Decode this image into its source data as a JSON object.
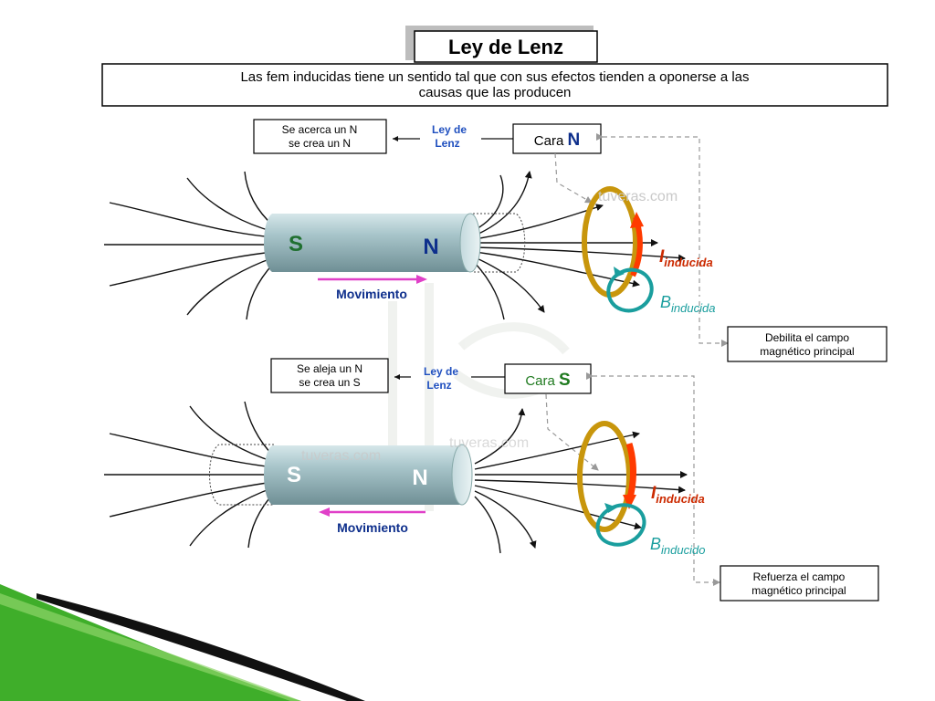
{
  "slide": {
    "title": "Ley de Lenz",
    "statement": {
      "line1": "Las fem inducidas tiene un sentido tal que con sus efectos tienden a oponerse a las",
      "line2": "causas que las producen"
    }
  },
  "watermark": "tuveras.com",
  "top_panel": {
    "result_line1": "Se acerca un N",
    "result_line2": "se crea un N",
    "law_line1": "Ley de",
    "law_line2": "Lenz",
    "face_prefix": "Cara ",
    "face_letter": "N",
    "magnet_left_pole": "S",
    "magnet_right_pole": "N",
    "motion_label": "Movimiento",
    "motion_direction": "right",
    "current_symbol": "I",
    "current_subscript": "inducida",
    "field_symbol": "B",
    "field_subscript": "inducida",
    "effect_line1": "Debilita el campo",
    "effect_line2": "magnético principal"
  },
  "bottom_panel": {
    "result_line1": "Se aleja un N",
    "result_line2": "se crea un S",
    "law_line1": "Ley de",
    "law_line2": "Lenz",
    "face_prefix": "Cara ",
    "face_letter": "S",
    "magnet_left_pole": "S",
    "magnet_right_pole": "N",
    "motion_label": "Movimiento",
    "motion_direction": "left",
    "current_symbol": "I",
    "current_subscript": "inducida",
    "field_symbol": "B",
    "field_subscript": "inducido",
    "effect_line1": "Refuerza el campo",
    "effect_line2": "magnético principal"
  },
  "colors": {
    "face_n": "#0e2f8c",
    "face_s": "#1f7a1f",
    "law_text": "#1f4fbf",
    "motion": "#e040c8",
    "current": "#cc2a00",
    "ring": "#c8960c",
    "loop": "#1a9e9e",
    "magnet": "#a7c4c8",
    "magnet_pole_s": "#1f6f2f",
    "magnet_pole_n": "#0e2f8c",
    "decor_green": "#3fae2a",
    "decor_black": "#111111"
  }
}
